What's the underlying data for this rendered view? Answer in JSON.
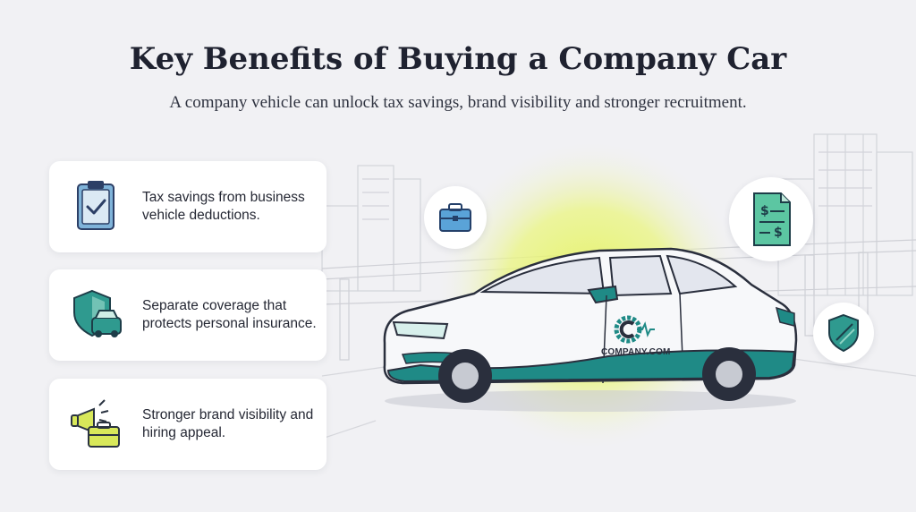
{
  "header": {
    "title": "Key Benefits of Buying a Company Car",
    "subtitle": "A company vehicle can unlock tax savings, brand visibility and stronger recruitment."
  },
  "benefits": [
    {
      "icon": "clipboard-check-icon",
      "text": "Tax savings from business vehicle deductions."
    },
    {
      "icon": "shield-car-icon",
      "text": "Separate coverage that protects personal insurance."
    },
    {
      "icon": "megaphone-briefcase-icon",
      "text": "Stronger brand visibility and hiring appeal."
    }
  ],
  "car": {
    "logo_text": "COMPANY.COM",
    "logo_icon": "gear-c-icon"
  },
  "floating_icons": [
    "briefcase-icon",
    "tax-document-icon",
    "shield-icon"
  ],
  "colors": {
    "teal": "#1f8a86",
    "yellow_glow": "#e6f27a",
    "background": "#f1f1f4",
    "card": "#ffffff"
  }
}
